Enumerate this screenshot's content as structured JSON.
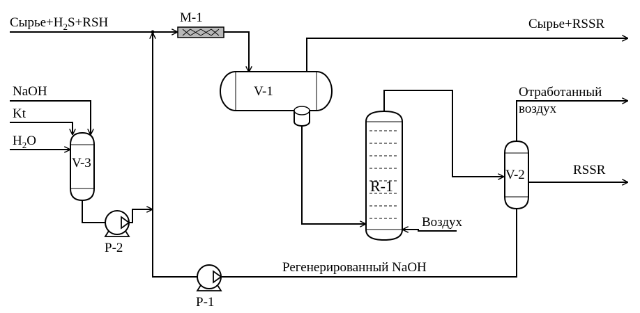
{
  "streams": {
    "feed_main": "Сырье+H",
    "feed_sub": "2",
    "feed_rest": "S+RSH",
    "product_out": "Сырье+RSSR",
    "naoh_in": "NaOH",
    "kt_in": "Kt",
    "water_main": "H",
    "water_sub": "2",
    "water_rest": "O",
    "spent_air_line1": "Отработанный",
    "spent_air_line2": "воздух",
    "rssr_out": "RSSR",
    "air_in": "Воздух",
    "regen_naoh": "Регенерированный  NaOH"
  },
  "equipment": {
    "mixer": "M-1",
    "separator": "V-1",
    "mix_tank": "V-3",
    "reactor": "R-1",
    "settler": "V-2",
    "pump_p2": "P-2",
    "pump_p1": "P-1"
  }
}
